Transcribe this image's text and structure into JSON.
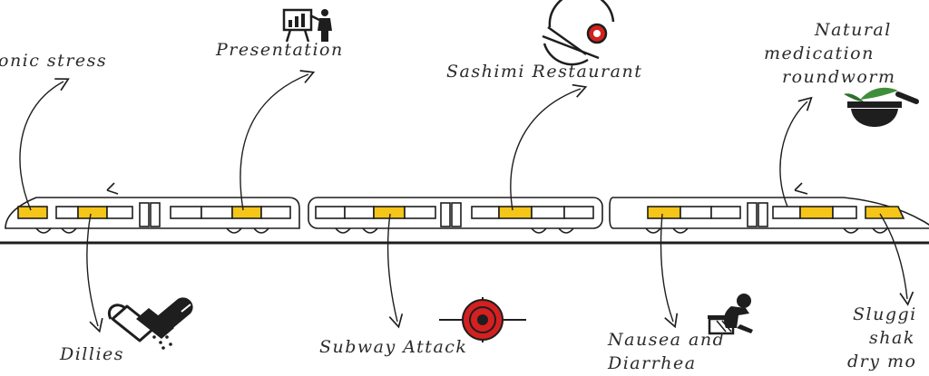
{
  "labels": {
    "chronic_stress": "onic stress",
    "presentation": "Presentation",
    "sashimi": "Sashimi Restaurant",
    "natural_med_1": "Natural",
    "natural_med_2": "medication",
    "natural_med_3": "roundworm",
    "dillies": "Dillies",
    "subway_attack": "Subway Attack",
    "nausea_1": "Nausea and",
    "nausea_2": "Diarrhea",
    "sluggish_1": "Sluggi",
    "sluggish_2": "shak",
    "sluggish_3": "dry mo"
  },
  "icons": {
    "presentation": "presenter-at-board-icon",
    "sashimi": "no-sushi-icon",
    "natural_med": "mortar-and-pestle-icon",
    "dillies": "pills-icon",
    "subway_attack": "target-crosshair-icon",
    "nausea": "sick-person-icon"
  },
  "colors": {
    "ink": "#1e1e1e",
    "window_highlight": "#f5c518",
    "target_red": "#d42020",
    "herb_green": "#3f8f3a"
  }
}
